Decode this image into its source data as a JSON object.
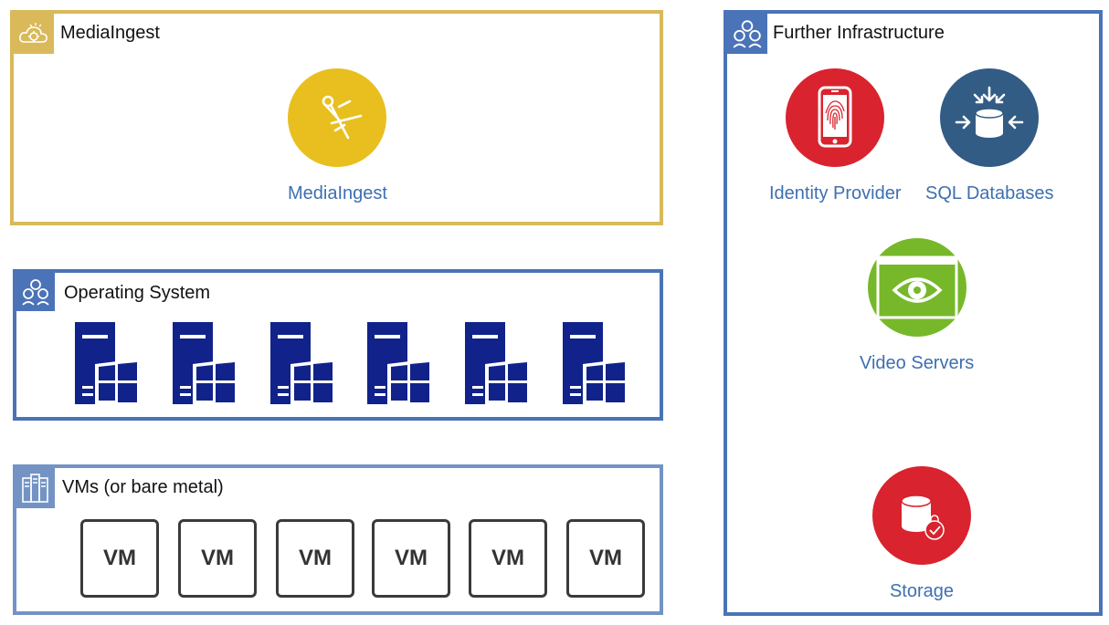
{
  "groups": {
    "media_ingest": {
      "title": "MediaIngest",
      "badge_icon": "cloud-gear-icon",
      "border_color": "#d9b95a",
      "nodes": [
        {
          "label": "MediaIngest",
          "icon": "compass-icon",
          "color": "#e8bf1e"
        }
      ]
    },
    "operating_system": {
      "title": "Operating System",
      "badge_icon": "group-icon",
      "border_color": "#4a73b8",
      "servers": [
        {
          "icon": "windows-server-icon"
        },
        {
          "icon": "windows-server-icon"
        },
        {
          "icon": "windows-server-icon"
        },
        {
          "icon": "windows-server-icon"
        },
        {
          "icon": "windows-server-icon"
        },
        {
          "icon": "windows-server-icon"
        }
      ]
    },
    "vms": {
      "title": "VMs (or bare metal)",
      "badge_icon": "server-rack-icon",
      "border_color": "#7393c4",
      "items": [
        "VM",
        "VM",
        "VM",
        "VM",
        "VM",
        "VM"
      ]
    },
    "infrastructure": {
      "title": "Further Infrastructure",
      "badge_icon": "group-icon",
      "border_color": "#4a73b8",
      "nodes": [
        {
          "label": "Identity Provider",
          "icon": "fingerprint-phone-icon",
          "color": "#d9232f"
        },
        {
          "label": "SQL Databases",
          "icon": "database-arrows-icon",
          "color": "#335c84"
        },
        {
          "label": "Video Servers",
          "icon": "eye-window-icon",
          "color": "#76b82a"
        },
        {
          "label": "Storage",
          "icon": "database-lock-icon",
          "color": "#d9232f"
        }
      ]
    }
  }
}
